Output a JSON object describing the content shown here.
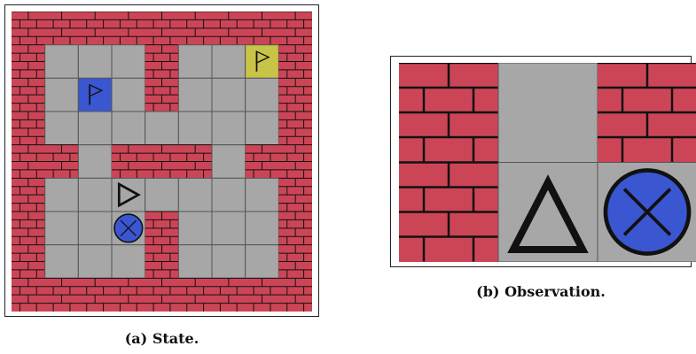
{
  "captions": {
    "state": "(a) State.",
    "observation": "(b) Observation."
  },
  "colors": {
    "brick": "#cc4557",
    "mortar": "#111111",
    "floor": "#a7a7a7",
    "grid_line": "#555555",
    "blue_flag_tile": "#3a56d0",
    "yellow_flag_tile": "#c8c448",
    "agent": "#111111",
    "goal_circle": "#3a56d0"
  },
  "state_map": {
    "legend": "W = brick wall, F = floor, B = blue flag tile, Y = yellow flag tile, A = agent (triangle facing right), G = circle with cross",
    "rows": [
      "WWWWWWWWW",
      "WFFFWFFYW",
      "WFBFWFFFW",
      "WFFFFFFFW",
      "WWFWWWFWW",
      "WFFAFFFFW",
      "WFFGWFFFW",
      "WFFFWFFFW",
      "WWWWWWWWW"
    ],
    "agent_direction": "right",
    "icons": {
      "B": "flag-icon",
      "Y": "flag-icon",
      "A": "agent-triangle-icon",
      "G": "circle-cross-icon"
    }
  },
  "observation_map": {
    "rows": [
      "WFW",
      "WAG"
    ],
    "agent_direction": "up",
    "icons": {
      "A": "agent-triangle-icon",
      "G": "circle-cross-icon"
    }
  }
}
